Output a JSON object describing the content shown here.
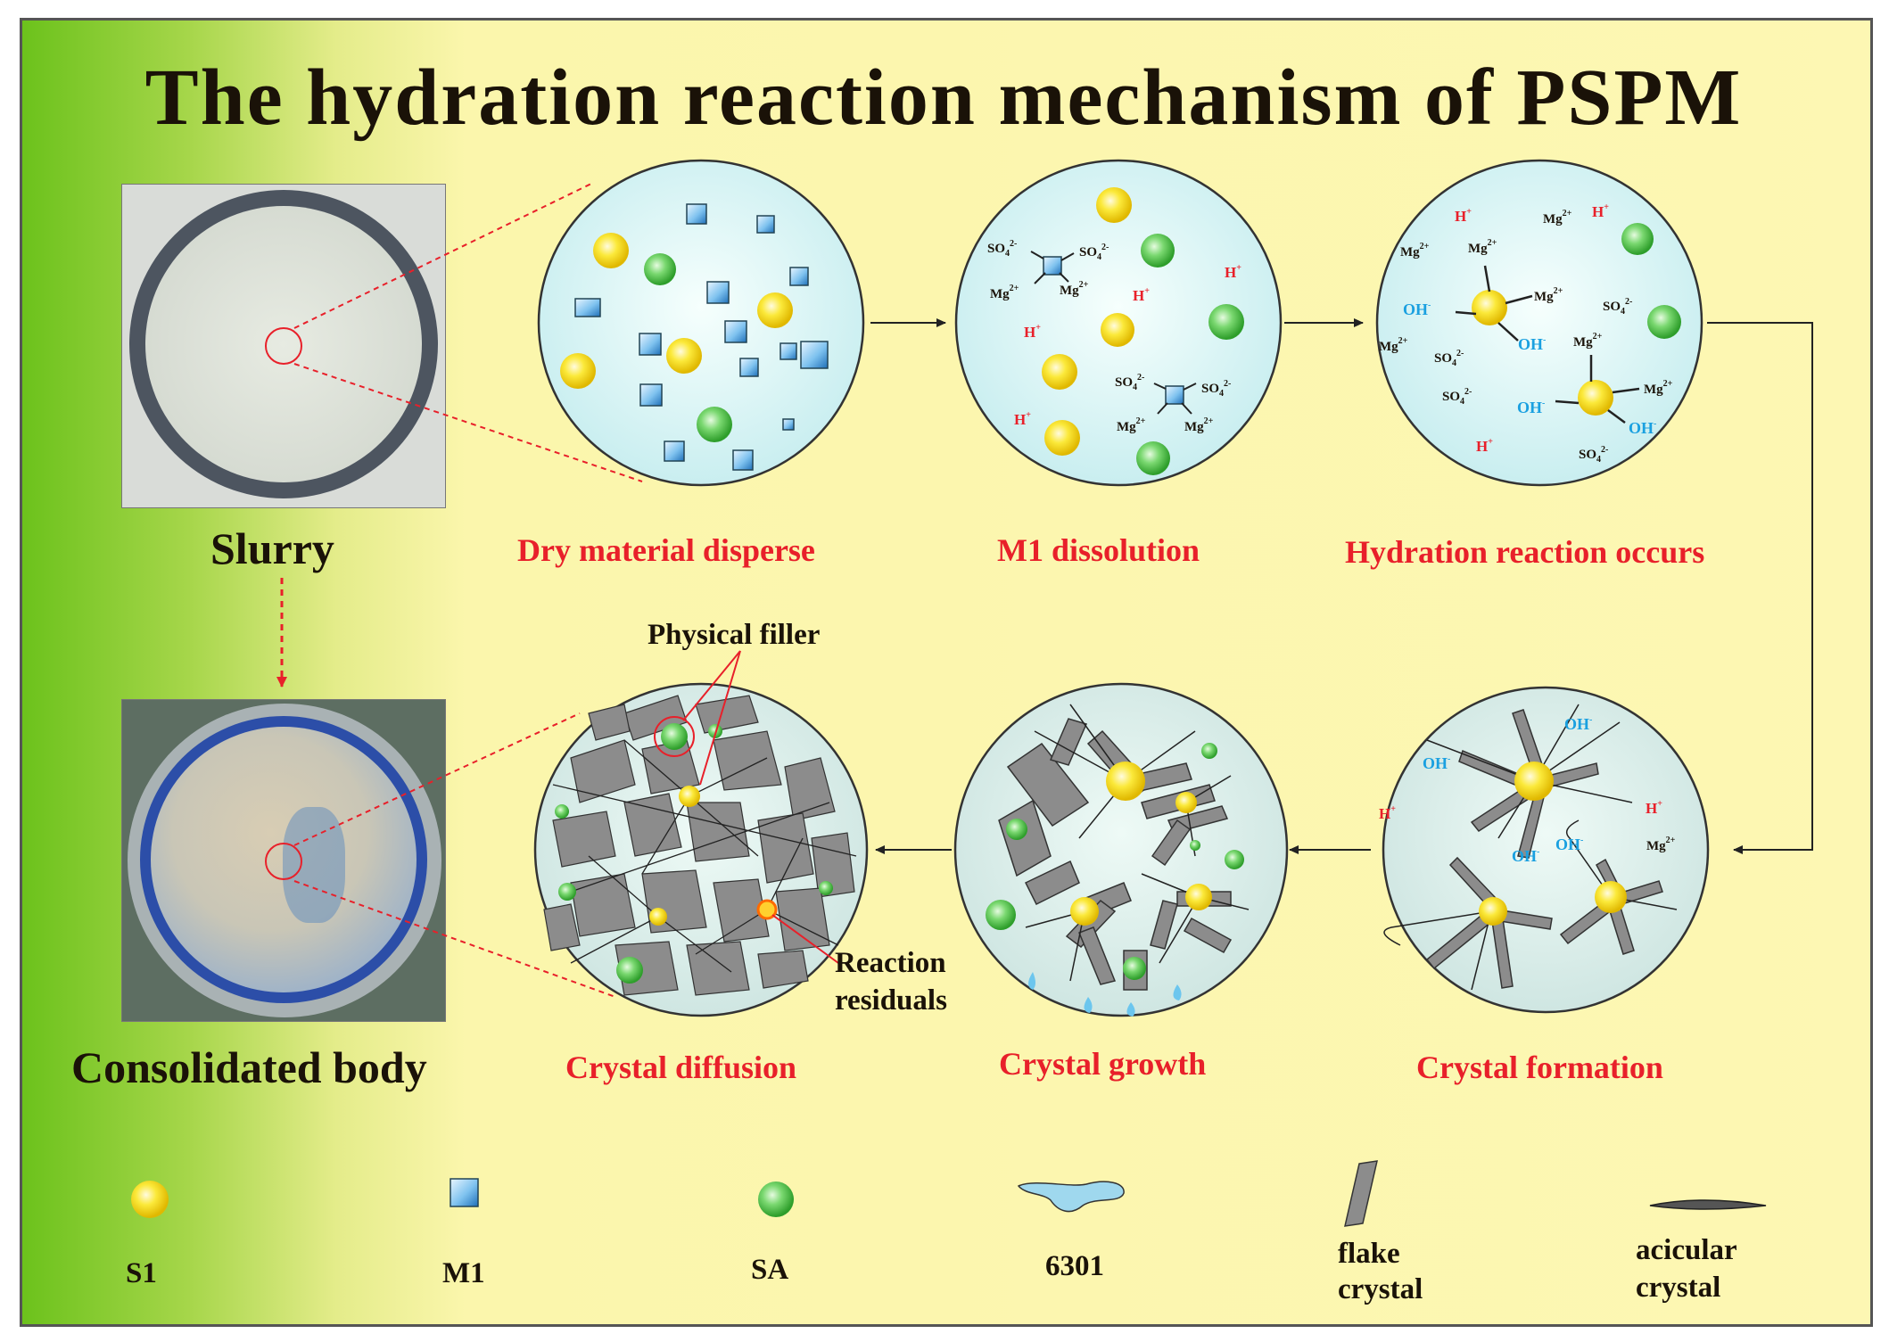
{
  "title": "The hydration reaction mechanism of PSPM",
  "photos": {
    "slurry": "Slurry",
    "consolidated": "Consolidated body"
  },
  "stages": [
    "Dry material disperse",
    "M1 dissolution",
    "Hydration reaction occurs",
    "Crystal formation",
    "Crystal growth",
    "Crystal diffusion"
  ],
  "annotations": {
    "physical_filler": "Physical filler",
    "reaction_residuals_1": "Reaction",
    "reaction_residuals_2": "residuals"
  },
  "ions": {
    "so4": "SO",
    "so4_sub": "4",
    "so4_sup": "2-",
    "mg": "Mg",
    "mg_sup": "2+",
    "h": "H",
    "h_sup": "+",
    "oh": "OH",
    "oh_sup": "-"
  },
  "legend": {
    "s1": "S1",
    "m1": "M1",
    "sa": "SA",
    "n6301": "6301",
    "flake_1": "flake",
    "flake_2": "crystal",
    "acicular_1": "acicular",
    "acicular_2": "crystal"
  },
  "colors": {
    "stage_label": "#e8202a",
    "s1_particle": "#f5dd1a",
    "sa_particle": "#3fbf3a",
    "m1_cube": "#3b8fd6",
    "crystal_flake": "#8c8c8c",
    "oh_ion": "#1aa0e0",
    "h_ion": "#e8202a"
  },
  "icons": [
    "s1-particle-icon",
    "m1-cube-icon",
    "sa-particle-icon",
    "droplet-6301-icon",
    "flake-crystal-icon",
    "acicular-crystal-icon"
  ]
}
